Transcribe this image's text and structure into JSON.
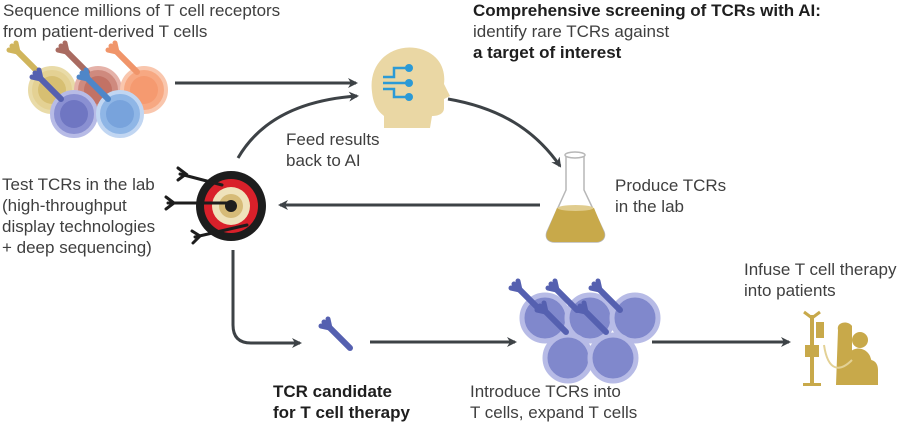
{
  "colors": {
    "arrow": "#3d4246",
    "accent_tan": "#c8a94a",
    "head_fill": "#ead7a4",
    "circuit_blue": "#2b9ad6",
    "cell_violet": "#8088cc",
    "cell_blue": "#86aee0",
    "target_red": "#d9202a"
  },
  "steps": {
    "sequence": {
      "line1": "Sequence millions of T cell receptors",
      "line2": "from patient-derived T cells"
    },
    "screening": {
      "title": "Comprehensive screening of TCRs with AI:",
      "line2": "identify rare TCRs against",
      "line3": "a target of interest"
    },
    "feedback": {
      "line1": "Feed results",
      "line2": "back to AI"
    },
    "produce": {
      "line1": "Produce TCRs",
      "line2": "in the lab"
    },
    "test": {
      "line1": "Test TCRs in the lab",
      "line2": "(high-throughput",
      "line3": "display technologies",
      "line4": "+ deep sequencing)"
    },
    "candidate": {
      "line1": "TCR candidate",
      "line2": "for T cell therapy"
    },
    "introduce": {
      "line1": "Introduce TCRs into",
      "line2": "T cells, expand T cells"
    },
    "infuse": {
      "line1": "Infuse T cell therapy",
      "line2": "into patients"
    }
  },
  "icons": {
    "t_cells": "t-cell-cluster-icon",
    "ai_head": "ai-head-icon",
    "flask": "flask-icon",
    "target": "target-icon",
    "tcr": "tcr-receptor-icon",
    "engineered_cells": "engineered-t-cells-icon",
    "patient": "patient-infusion-icon"
  }
}
